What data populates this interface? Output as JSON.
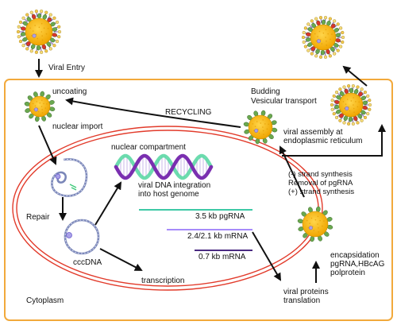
{
  "labels": {
    "viral_entry": "Viral Entry",
    "uncoating": "uncoating",
    "recycling": "RECYCLING",
    "budding": "Budding",
    "vesicular_transport": "Vesicular transport",
    "nuclear_import": "nuclear import",
    "nuclear_compartment": "nuclear compartment",
    "assembly_1": "viral assembly at",
    "assembly_2": "endoplasmic reticulum",
    "integration_1": "viral DNA integration",
    "integration_2": "into host genome",
    "synth_1": "(-) strand synthesis",
    "synth_2": "Removal of pgRNA",
    "synth_3": "(+) strand synthesis",
    "repair": "Repair",
    "rna_35": "3.5 kb pgRNA",
    "rna_24": "2.4/2.1 kb mRNA",
    "rna_07": "0.7 kb mRNA",
    "cccdna": "cccDNA",
    "encaps_1": "encapsidation",
    "encaps_2": "pgRNA,HBcAG",
    "encaps_3": "polprotein",
    "transcription": "transcription",
    "cytoplasm": "Cytoplasm",
    "proteins_1": "viral proteins",
    "proteins_2": "translation"
  },
  "colors": {
    "cell_border": "#f2a93b",
    "nucleus": "#e23b2b",
    "virion_core": "#f5b40f",
    "virion_spike_green": "#6aa84f",
    "virion_spike_red": "#d9342b",
    "rna_35": "#3ec9a6",
    "rna_24": "#a78bfa",
    "rna_07": "#4b2a82",
    "dna_helix_a": "#7a2fb0",
    "dna_helix_b": "#52d6a0"
  }
}
